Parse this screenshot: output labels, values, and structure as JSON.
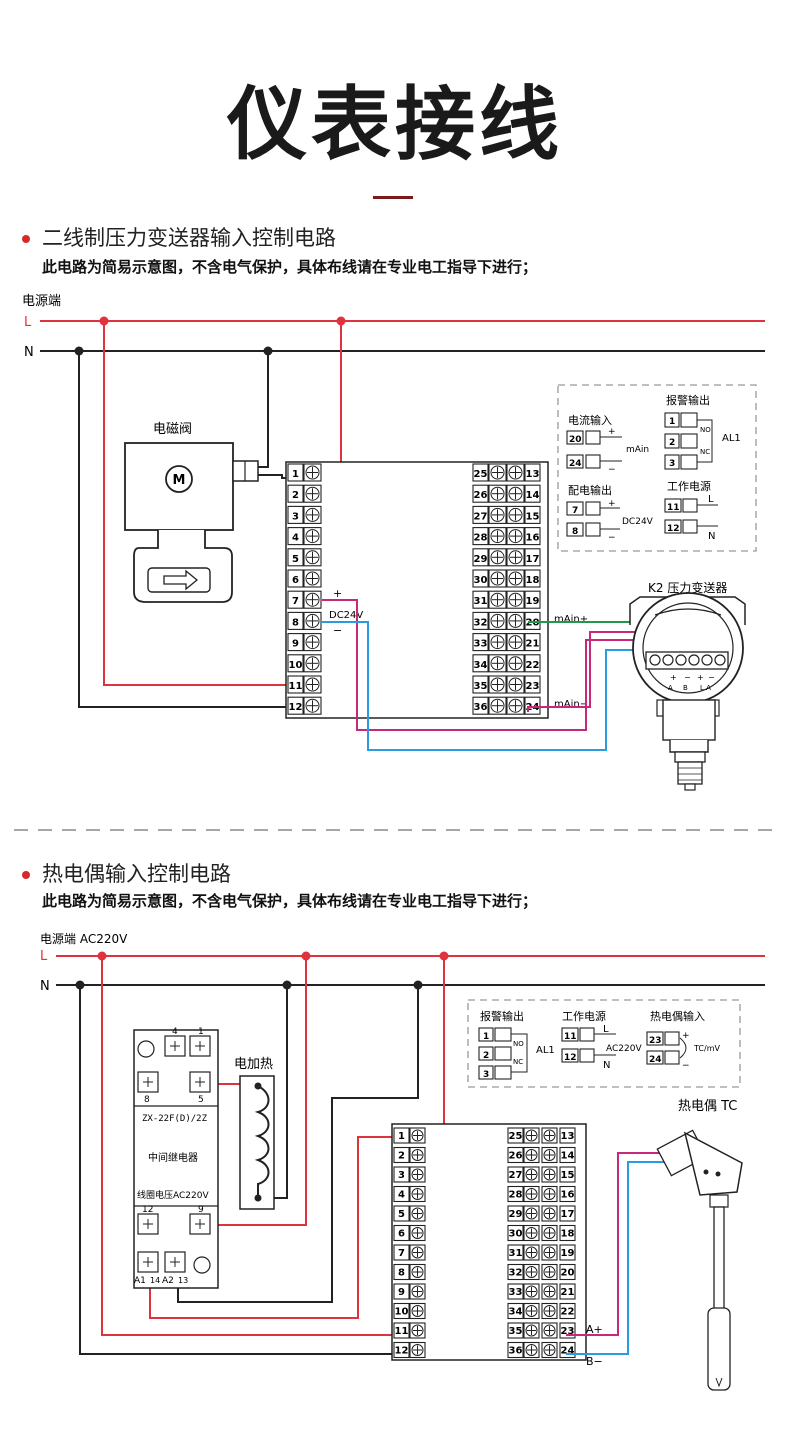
{
  "page": {
    "title": "仪表接线"
  },
  "section1": {
    "title": "二线制压力变送器输入控制电路",
    "note": "此电路为简易示意图，不含电气保护，具体布线请在专业电工指导下进行；",
    "power_label": "电源端",
    "L": "L",
    "N": "N",
    "valve_label": "电磁阀",
    "motor": "M",
    "plus": "+",
    "minus": "−",
    "dc24v": "DC24V",
    "mAin_plus": "mAin+",
    "mAin_minus": "mAin−",
    "transmitter_label": "K2 压力变送器",
    "legend": {
      "current_input": "电流输入",
      "alarm_output": "报警输出",
      "power_out": "配电输出",
      "work_power": "工作电源",
      "mAin": "mAin",
      "dc24v": "DC24V",
      "al1": "AL1",
      "no": "NO",
      "nc": "NC",
      "L": "L",
      "N": "N"
    }
  },
  "section2": {
    "title": "热电偶输入控制电路",
    "note": "此电路为简易示意图，不含电气保护，具体布线请在专业电工指导下进行；",
    "power_label": "电源端  AC220V",
    "L": "L",
    "N": "N",
    "heater_label": "电加热",
    "relay_model": "ZX-22F(D)/2Z",
    "relay_name": "中间继电器",
    "coil_voltage": "线圈电压AC220V",
    "tc_label": "热电偶 TC",
    "a_plus": "A+",
    "b_minus": "B−",
    "relay_terms": {
      "t4": "4",
      "t1": "1",
      "t8": "8",
      "t5": "5",
      "t12": "12",
      "t9": "9",
      "a1": "A1",
      "t14": "14",
      "a2": "A2",
      "t13": "13"
    },
    "legend": {
      "alarm_output": "报警输出",
      "work_power": "工作电源",
      "tc_input": "热电偶输入",
      "al1": "AL1",
      "no": "NO",
      "nc": "NC",
      "L": "L",
      "N": "N",
      "ac220v": "AC220V",
      "tcmv": "TC/mV"
    }
  },
  "colors": {
    "live": "#e0323c",
    "neutral": "#222222",
    "signal_green": "#1f9a4a",
    "signal_magenta": "#c8287a",
    "signal_blue": "#2a9be0",
    "accent": "#d42a2a"
  }
}
